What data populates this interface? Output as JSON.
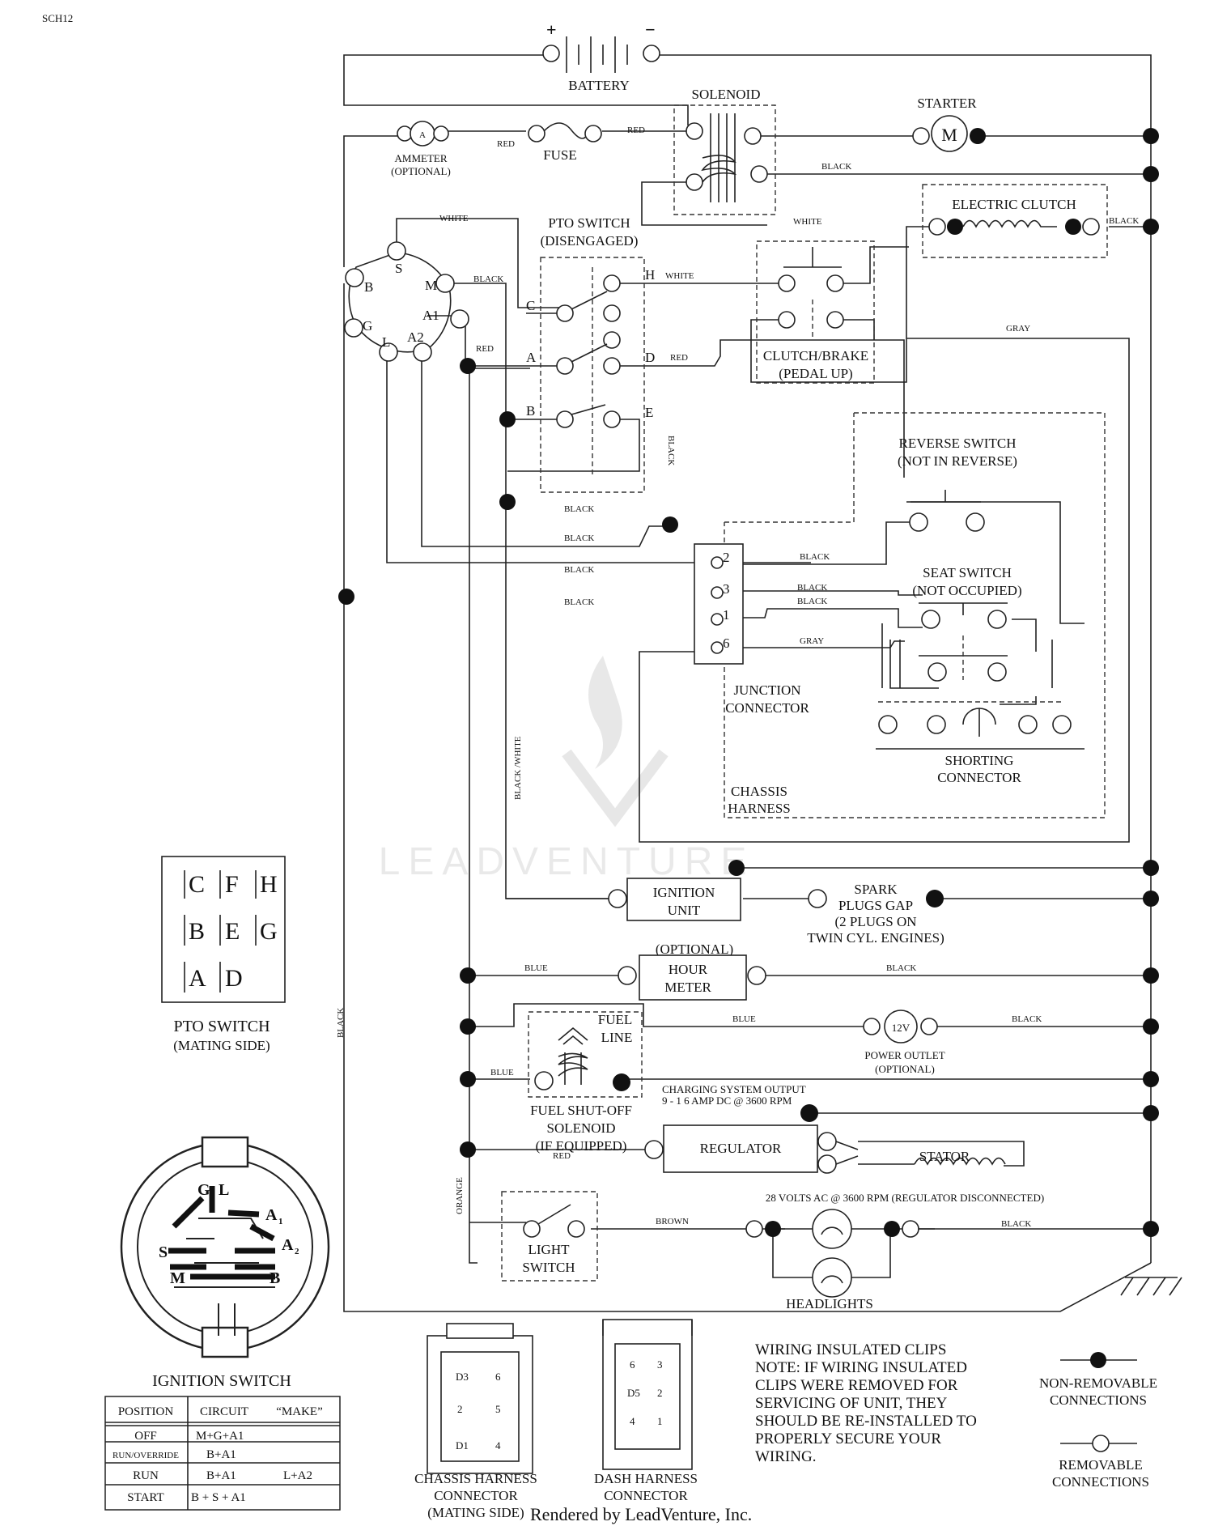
{
  "model_code": "SCH12",
  "battery": {
    "label": "BATTERY",
    "plus": "+",
    "minus": "−"
  },
  "solenoid": "SOLENOID",
  "starter": {
    "label": "STARTER",
    "symbol": "M"
  },
  "ammeter": {
    "label": "AMMETER",
    "optional": "(OPTIONAL)",
    "symbol": "A"
  },
  "fuse": "FUSE",
  "electric_clutch": "ELECTRIC CLUTCH",
  "pto_switch": {
    "line1": "PTO SWITCH",
    "line2": "(DISENGAGED)"
  },
  "clutch_brake": {
    "line1": "CLUTCH/BRAKE",
    "line2": "(PEDAL UP)"
  },
  "reverse_switch": {
    "line1": "REVERSE SWITCH",
    "line2": "(NOT IN REVERSE)"
  },
  "seat_switch": {
    "line1": "SEAT SWITCH",
    "line2": "(NOT OCCUPIED)"
  },
  "junction_connector": {
    "line1": "JUNCTION",
    "line2": "CONNECTOR",
    "pins": [
      "2",
      "3",
      "1",
      "6"
    ]
  },
  "shorting_connector": {
    "line1": "SHORTING",
    "line2": "CONNECTOR"
  },
  "chassis_harness": {
    "line1": "CHASSIS",
    "line2": "HARNESS"
  },
  "ignition_unit": {
    "line1": "IGNITION",
    "line2": "UNIT"
  },
  "spark_plugs": {
    "line1": "SPARK",
    "line2": "PLUGS GAP",
    "line3": "(2 PLUGS ON",
    "line4": "TWIN CYL. ENGINES)"
  },
  "hour_meter": {
    "optional": "(OPTIONAL)",
    "line1": "HOUR",
    "line2": "METER"
  },
  "fuel_line": {
    "line1": "FUEL",
    "line2": "LINE"
  },
  "fuel_solenoid": {
    "line1": "FUEL SHUT-OFF",
    "line2": "SOLENOID",
    "line3": "(IF EQUIPPED)"
  },
  "power_outlet": {
    "line1": "POWER OUTLET",
    "line2": "(OPTIONAL)",
    "symbol": "12V"
  },
  "charging": {
    "line1": "CHARGING SYSTEM OUTPUT",
    "line2": "9 - 1 6 AMP DC @ 3600 RPM"
  },
  "regulator": "REGULATOR",
  "stator": "STATOR",
  "stator_note": "28 VOLTS AC @ 3600 RPM (REGULATOR DISCONNECTED)",
  "light_switch": {
    "line1": "LIGHT",
    "line2": "SWITCH"
  },
  "headlights": "HEADLIGHTS",
  "ignition_terminals": {
    "s": "S",
    "b": "B",
    "m": "M",
    "a1": "A1",
    "g": "G",
    "l": "L",
    "a2": "A2"
  },
  "pto_terminals": {
    "c": "C",
    "a": "A",
    "b": "B",
    "h": "H",
    "d": "D",
    "e": "E"
  },
  "wire_colors": {
    "red": "RED",
    "black": "BLACK",
    "white": "WHITE",
    "gray": "GRAY",
    "blue": "BLUE",
    "brown": "BROWN",
    "orange": "ORANGE",
    "black_white": "BLACK /WHITE"
  },
  "pto_mating": {
    "title": "PTO SWITCH",
    "subtitle": "(MATING SIDE)",
    "letters": [
      "C",
      "F",
      "H",
      "B",
      "E",
      "G",
      "A",
      "D"
    ]
  },
  "ignition_switch": {
    "title": "IGNITION SWITCH",
    "face_letters": {
      "g": "G",
      "l": "L",
      "a1": "A",
      "a1_sub": "1",
      "a2": "A",
      "a2_sub": "2",
      "s": "S",
      "m": "M",
      "b": "B"
    },
    "table": {
      "headers": [
        "POSITION",
        "CIRCUIT",
        "“MAKE”"
      ],
      "rows": [
        {
          "position": "OFF",
          "circuit": "M+G+A1",
          "extra": ""
        },
        {
          "position": "RUN/OVERRIDE",
          "circuit": "B+A1",
          "extra": ""
        },
        {
          "position": "RUN",
          "circuit": "B+A1",
          "extra": "L+A2"
        },
        {
          "position": "START",
          "circuit": "B + S + A1",
          "extra": ""
        }
      ]
    }
  },
  "chassis_connector": {
    "line1": "CHASSIS HARNESS",
    "line2": "CONNECTOR",
    "line3": "(MATING SIDE)",
    "pins": [
      "D3",
      "6",
      "2",
      "5",
      "D1",
      "4"
    ]
  },
  "dash_connector": {
    "line1": "DASH HARNESS",
    "line2": "CONNECTOR",
    "pins": [
      "6",
      "3",
      "D5",
      "2",
      "4",
      "1"
    ]
  },
  "note": {
    "title": "WIRING INSULATED CLIPS",
    "lines": [
      "NOTE: IF WIRING INSULATED",
      "CLIPS WERE REMOVED FOR",
      "SERVICING OF UNIT, THEY",
      "SHOULD BE RE-INSTALLED TO",
      "PROPERLY SECURE YOUR",
      "WIRING."
    ]
  },
  "legend": {
    "nonremovable": {
      "line1": "NON-REMOVABLE",
      "line2": "CONNECTIONS"
    },
    "removable": {
      "line1": "REMOVABLE",
      "line2": "CONNECTIONS"
    }
  },
  "watermark": "LEADVENTURE",
  "rendered_by": "Rendered by LeadVenture, Inc."
}
